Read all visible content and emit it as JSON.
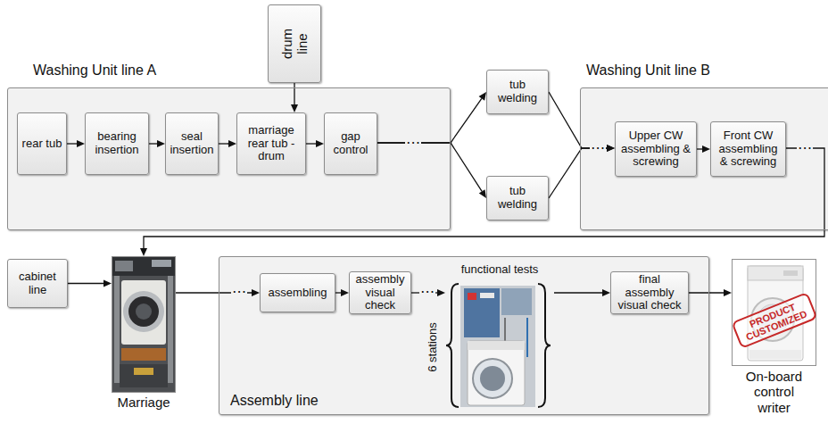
{
  "diagram": {
    "nodes": [
      {
        "text": [
          "Washing Unit line A"
        ]
      },
      {
        "text": [
          "rear tub"
        ],
        "in": 0
      },
      {
        "text": [
          "bearing insertion"
        ],
        "in": 0
      },
      {
        "text": [
          "seal insertion"
        ],
        "in": 0
      },
      {
        "text": [
          "marriage rear tub - drum"
        ],
        "in": 0
      },
      {
        "text": [
          "gap control"
        ],
        "in": 0
      },
      {
        "text": [
          "drum line"
        ]
      },
      {
        "text": [
          "tub welding"
        ]
      },
      {
        "text": [
          "tub welding"
        ]
      },
      {
        "text": [
          "Washing Unit line B"
        ]
      },
      {
        "text": [
          "Upper CW assembling & screwing"
        ],
        "in": 9
      },
      {
        "text": [
          "Front CW assembling & screwing"
        ],
        "in": 9
      },
      {
        "text": [
          "cabinet line"
        ]
      },
      {
        "text": [
          "Marriage"
        ]
      },
      {
        "text": [
          "Assembly line"
        ]
      },
      {
        "text": [
          "assembling"
        ],
        "in": 14
      },
      {
        "text": [
          "assembly visual check"
        ],
        "in": 14
      },
      {
        "text": [
          "functional tests",
          "6 stations"
        ],
        "in": 14
      },
      {
        "text": [
          "final assembly visual check"
        ],
        "in": 14
      },
      {
        "text": [
          "On-board control writer"
        ]
      }
    ],
    "edges": [
      {
        "from": 1,
        "to": 2,
        "arrow": "to"
      },
      {
        "from": 2,
        "to": 3,
        "arrow": "to"
      },
      {
        "from": 3,
        "to": 4,
        "arrow": "to"
      },
      {
        "from": 6,
        "to": 4,
        "arrow": "to"
      },
      {
        "from": 4,
        "to": 5,
        "arrow": "to"
      },
      {
        "from": 5,
        "to": 7,
        "arrow": "to"
      },
      {
        "from": 5,
        "to": 8,
        "arrow": "to"
      },
      {
        "from": 7,
        "to": 10,
        "arrow": "to"
      },
      {
        "from": 8,
        "to": 10,
        "arrow": "to"
      },
      {
        "from": 10,
        "to": 11,
        "arrow": "to"
      },
      {
        "from": 11,
        "to": 13,
        "arrow": "to"
      },
      {
        "from": 12,
        "to": 13,
        "arrow": "to"
      },
      {
        "from": 13,
        "to": 15,
        "arrow": "to"
      },
      {
        "from": 15,
        "to": 16,
        "arrow": "to"
      },
      {
        "from": 16,
        "to": 17,
        "arrow": "to"
      },
      {
        "from": 17,
        "to": 18,
        "arrow": "to"
      },
      {
        "from": 18,
        "to": 19,
        "arrow": "to"
      }
    ],
    "labels": [
      "⋯",
      "⋯",
      "⋯",
      "⋯",
      "⋯",
      "PRODUCT CUSTOMIZED"
    ]
  }
}
